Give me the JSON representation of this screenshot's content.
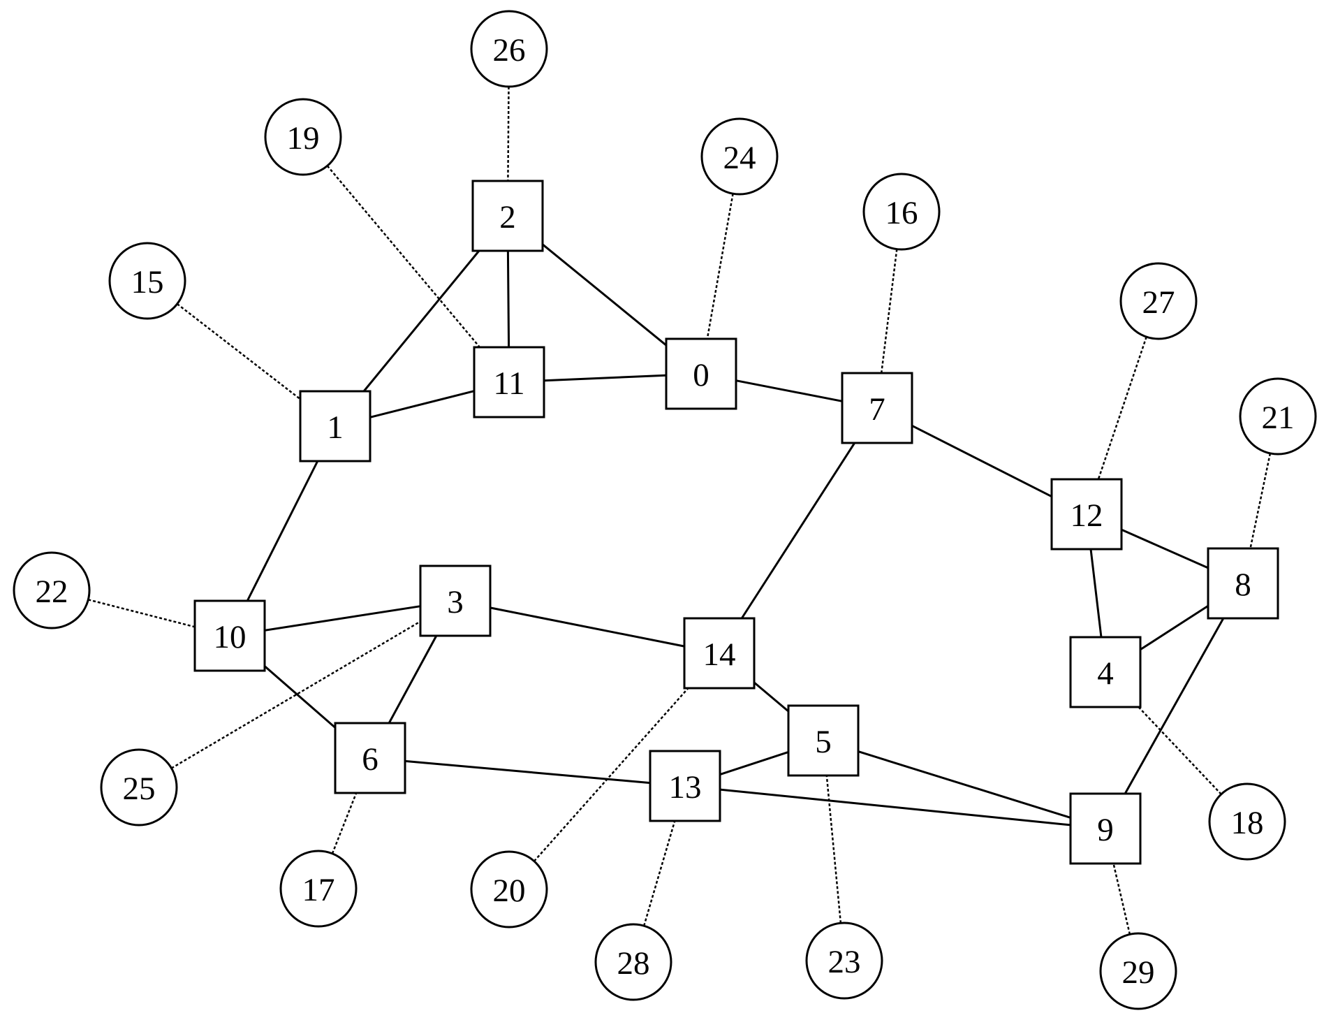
{
  "graph": {
    "type": "network-diagram",
    "nodes": [
      {
        "id": "0",
        "label": "0",
        "shape": "square"
      },
      {
        "id": "1",
        "label": "1",
        "shape": "square"
      },
      {
        "id": "2",
        "label": "2",
        "shape": "square"
      },
      {
        "id": "3",
        "label": "3",
        "shape": "square"
      },
      {
        "id": "4",
        "label": "4",
        "shape": "square"
      },
      {
        "id": "5",
        "label": "5",
        "shape": "square"
      },
      {
        "id": "6",
        "label": "6",
        "shape": "square"
      },
      {
        "id": "7",
        "label": "7",
        "shape": "square"
      },
      {
        "id": "8",
        "label": "8",
        "shape": "square"
      },
      {
        "id": "9",
        "label": "9",
        "shape": "square"
      },
      {
        "id": "10",
        "label": "10",
        "shape": "square"
      },
      {
        "id": "11",
        "label": "11",
        "shape": "square"
      },
      {
        "id": "12",
        "label": "12",
        "shape": "square"
      },
      {
        "id": "13",
        "label": "13",
        "shape": "square"
      },
      {
        "id": "14",
        "label": "14",
        "shape": "square"
      },
      {
        "id": "15",
        "label": "15",
        "shape": "circle"
      },
      {
        "id": "16",
        "label": "16",
        "shape": "circle"
      },
      {
        "id": "17",
        "label": "17",
        "shape": "circle"
      },
      {
        "id": "18",
        "label": "18",
        "shape": "circle"
      },
      {
        "id": "19",
        "label": "19",
        "shape": "circle"
      },
      {
        "id": "20",
        "label": "20",
        "shape": "circle"
      },
      {
        "id": "21",
        "label": "21",
        "shape": "circle"
      },
      {
        "id": "22",
        "label": "22",
        "shape": "circle"
      },
      {
        "id": "23",
        "label": "23",
        "shape": "circle"
      },
      {
        "id": "24",
        "label": "24",
        "shape": "circle"
      },
      {
        "id": "25",
        "label": "25",
        "shape": "circle"
      },
      {
        "id": "26",
        "label": "26",
        "shape": "circle"
      },
      {
        "id": "27",
        "label": "27",
        "shape": "circle"
      },
      {
        "id": "28",
        "label": "28",
        "shape": "circle"
      },
      {
        "id": "29",
        "label": "29",
        "shape": "circle"
      }
    ],
    "edges": [
      {
        "from": "2",
        "to": "1",
        "style": "solid"
      },
      {
        "from": "2",
        "to": "11",
        "style": "solid"
      },
      {
        "from": "2",
        "to": "0",
        "style": "solid"
      },
      {
        "from": "1",
        "to": "11",
        "style": "solid"
      },
      {
        "from": "11",
        "to": "0",
        "style": "solid"
      },
      {
        "from": "0",
        "to": "7",
        "style": "solid"
      },
      {
        "from": "1",
        "to": "10",
        "style": "solid"
      },
      {
        "from": "7",
        "to": "12",
        "style": "solid"
      },
      {
        "from": "7",
        "to": "14",
        "style": "solid"
      },
      {
        "from": "12",
        "to": "8",
        "style": "solid"
      },
      {
        "from": "12",
        "to": "4",
        "style": "solid"
      },
      {
        "from": "4",
        "to": "8",
        "style": "solid"
      },
      {
        "from": "8",
        "to": "9",
        "style": "solid"
      },
      {
        "from": "10",
        "to": "3",
        "style": "solid"
      },
      {
        "from": "10",
        "to": "6",
        "style": "solid"
      },
      {
        "from": "3",
        "to": "6",
        "style": "solid"
      },
      {
        "from": "3",
        "to": "14",
        "style": "solid"
      },
      {
        "from": "14",
        "to": "5",
        "style": "solid"
      },
      {
        "from": "6",
        "to": "13",
        "style": "solid"
      },
      {
        "from": "13",
        "to": "5",
        "style": "solid"
      },
      {
        "from": "13",
        "to": "9",
        "style": "solid"
      },
      {
        "from": "5",
        "to": "9",
        "style": "solid"
      },
      {
        "from": "26",
        "to": "2",
        "style": "dashed"
      },
      {
        "from": "19",
        "to": "11",
        "style": "dashed"
      },
      {
        "from": "15",
        "to": "1",
        "style": "dashed"
      },
      {
        "from": "24",
        "to": "0",
        "style": "dashed"
      },
      {
        "from": "16",
        "to": "7",
        "style": "dashed"
      },
      {
        "from": "27",
        "to": "12",
        "style": "dashed"
      },
      {
        "from": "21",
        "to": "8",
        "style": "dashed"
      },
      {
        "from": "22",
        "to": "10",
        "style": "dashed"
      },
      {
        "from": "25",
        "to": "3",
        "style": "dashed"
      },
      {
        "from": "17",
        "to": "6",
        "style": "dashed"
      },
      {
        "from": "20",
        "to": "14",
        "style": "dashed"
      },
      {
        "from": "28",
        "to": "13",
        "style": "dashed"
      },
      {
        "from": "23",
        "to": "5",
        "style": "dashed"
      },
      {
        "from": "29",
        "to": "9",
        "style": "dashed"
      },
      {
        "from": "18",
        "to": "4",
        "style": "dashed"
      }
    ]
  }
}
